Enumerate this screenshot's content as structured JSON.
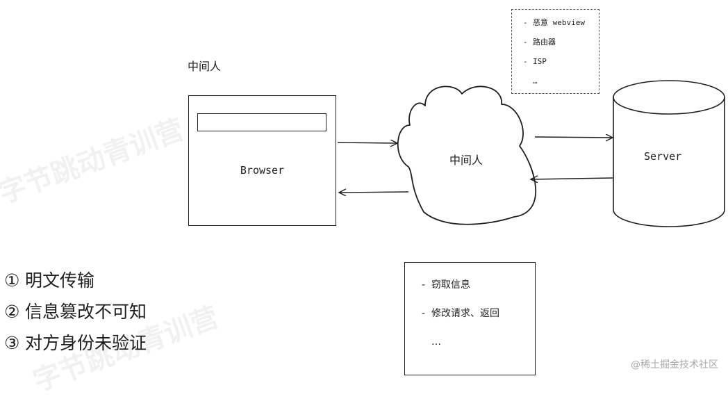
{
  "labels": {
    "top": "中间人",
    "browser": "Browser",
    "cloud": "中间人",
    "server": "Server"
  },
  "threats_box": {
    "items": [
      "恶意 webview",
      "路由器",
      "ISP",
      "…"
    ]
  },
  "attacks_box": {
    "items": [
      "窃取信息",
      "修改请求、返回",
      "…"
    ]
  },
  "issues": [
    {
      "num": "①",
      "text": "明文传输"
    },
    {
      "num": "②",
      "text": "信息篡改不可知"
    },
    {
      "num": "③",
      "text": "对方身份未验证"
    }
  ],
  "watermark": {
    "texts": [
      "字节跳动青训营",
      "字节跳动青训营"
    ]
  },
  "footer": {
    "credit": "@稀土掘金技术社区"
  }
}
